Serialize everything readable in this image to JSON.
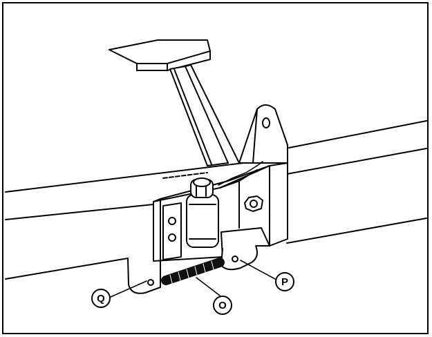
{
  "callouts": {
    "o": "O",
    "p": "P",
    "q": "Q"
  },
  "colors": {
    "line": "#000000",
    "background": "#ffffff",
    "spring": "#111111"
  }
}
